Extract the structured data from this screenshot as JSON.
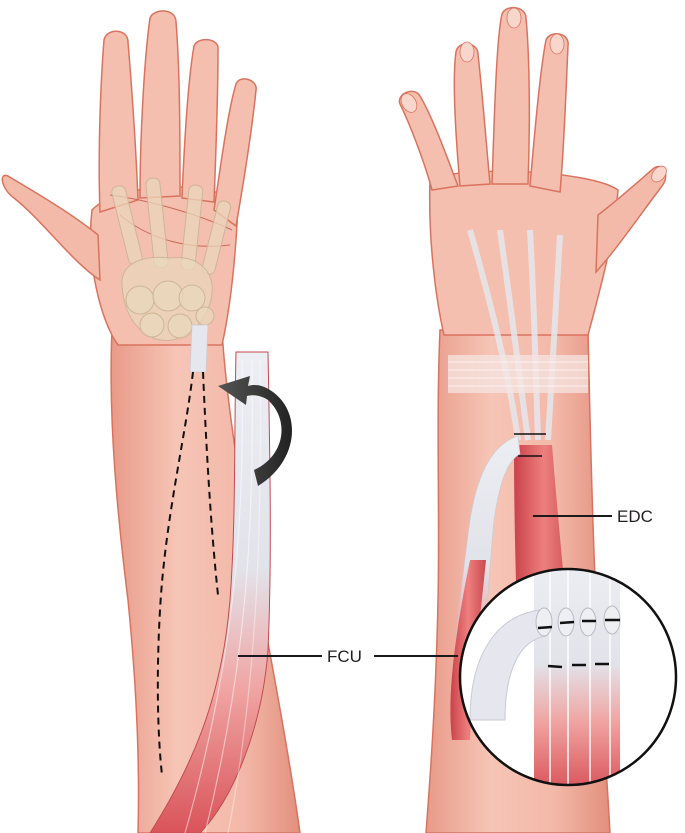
{
  "figure": {
    "left_panel": {
      "view": "palmar",
      "label": "FCU"
    },
    "right_panel": {
      "view": "dorsal",
      "label": "EDC"
    },
    "labels": {
      "fcu": "FCU",
      "edc": "EDC"
    },
    "colors": {
      "skin": "#f2b4a4",
      "skin_light": "#f8cfc2",
      "skin_edge": "#d9735f",
      "muscle": "#d9545a",
      "muscle_light": "#f08a88",
      "tendon": "#e6e7ee",
      "bone": "#e8d5b8",
      "arrow": "#333333",
      "line": "#1a1a1a"
    }
  }
}
